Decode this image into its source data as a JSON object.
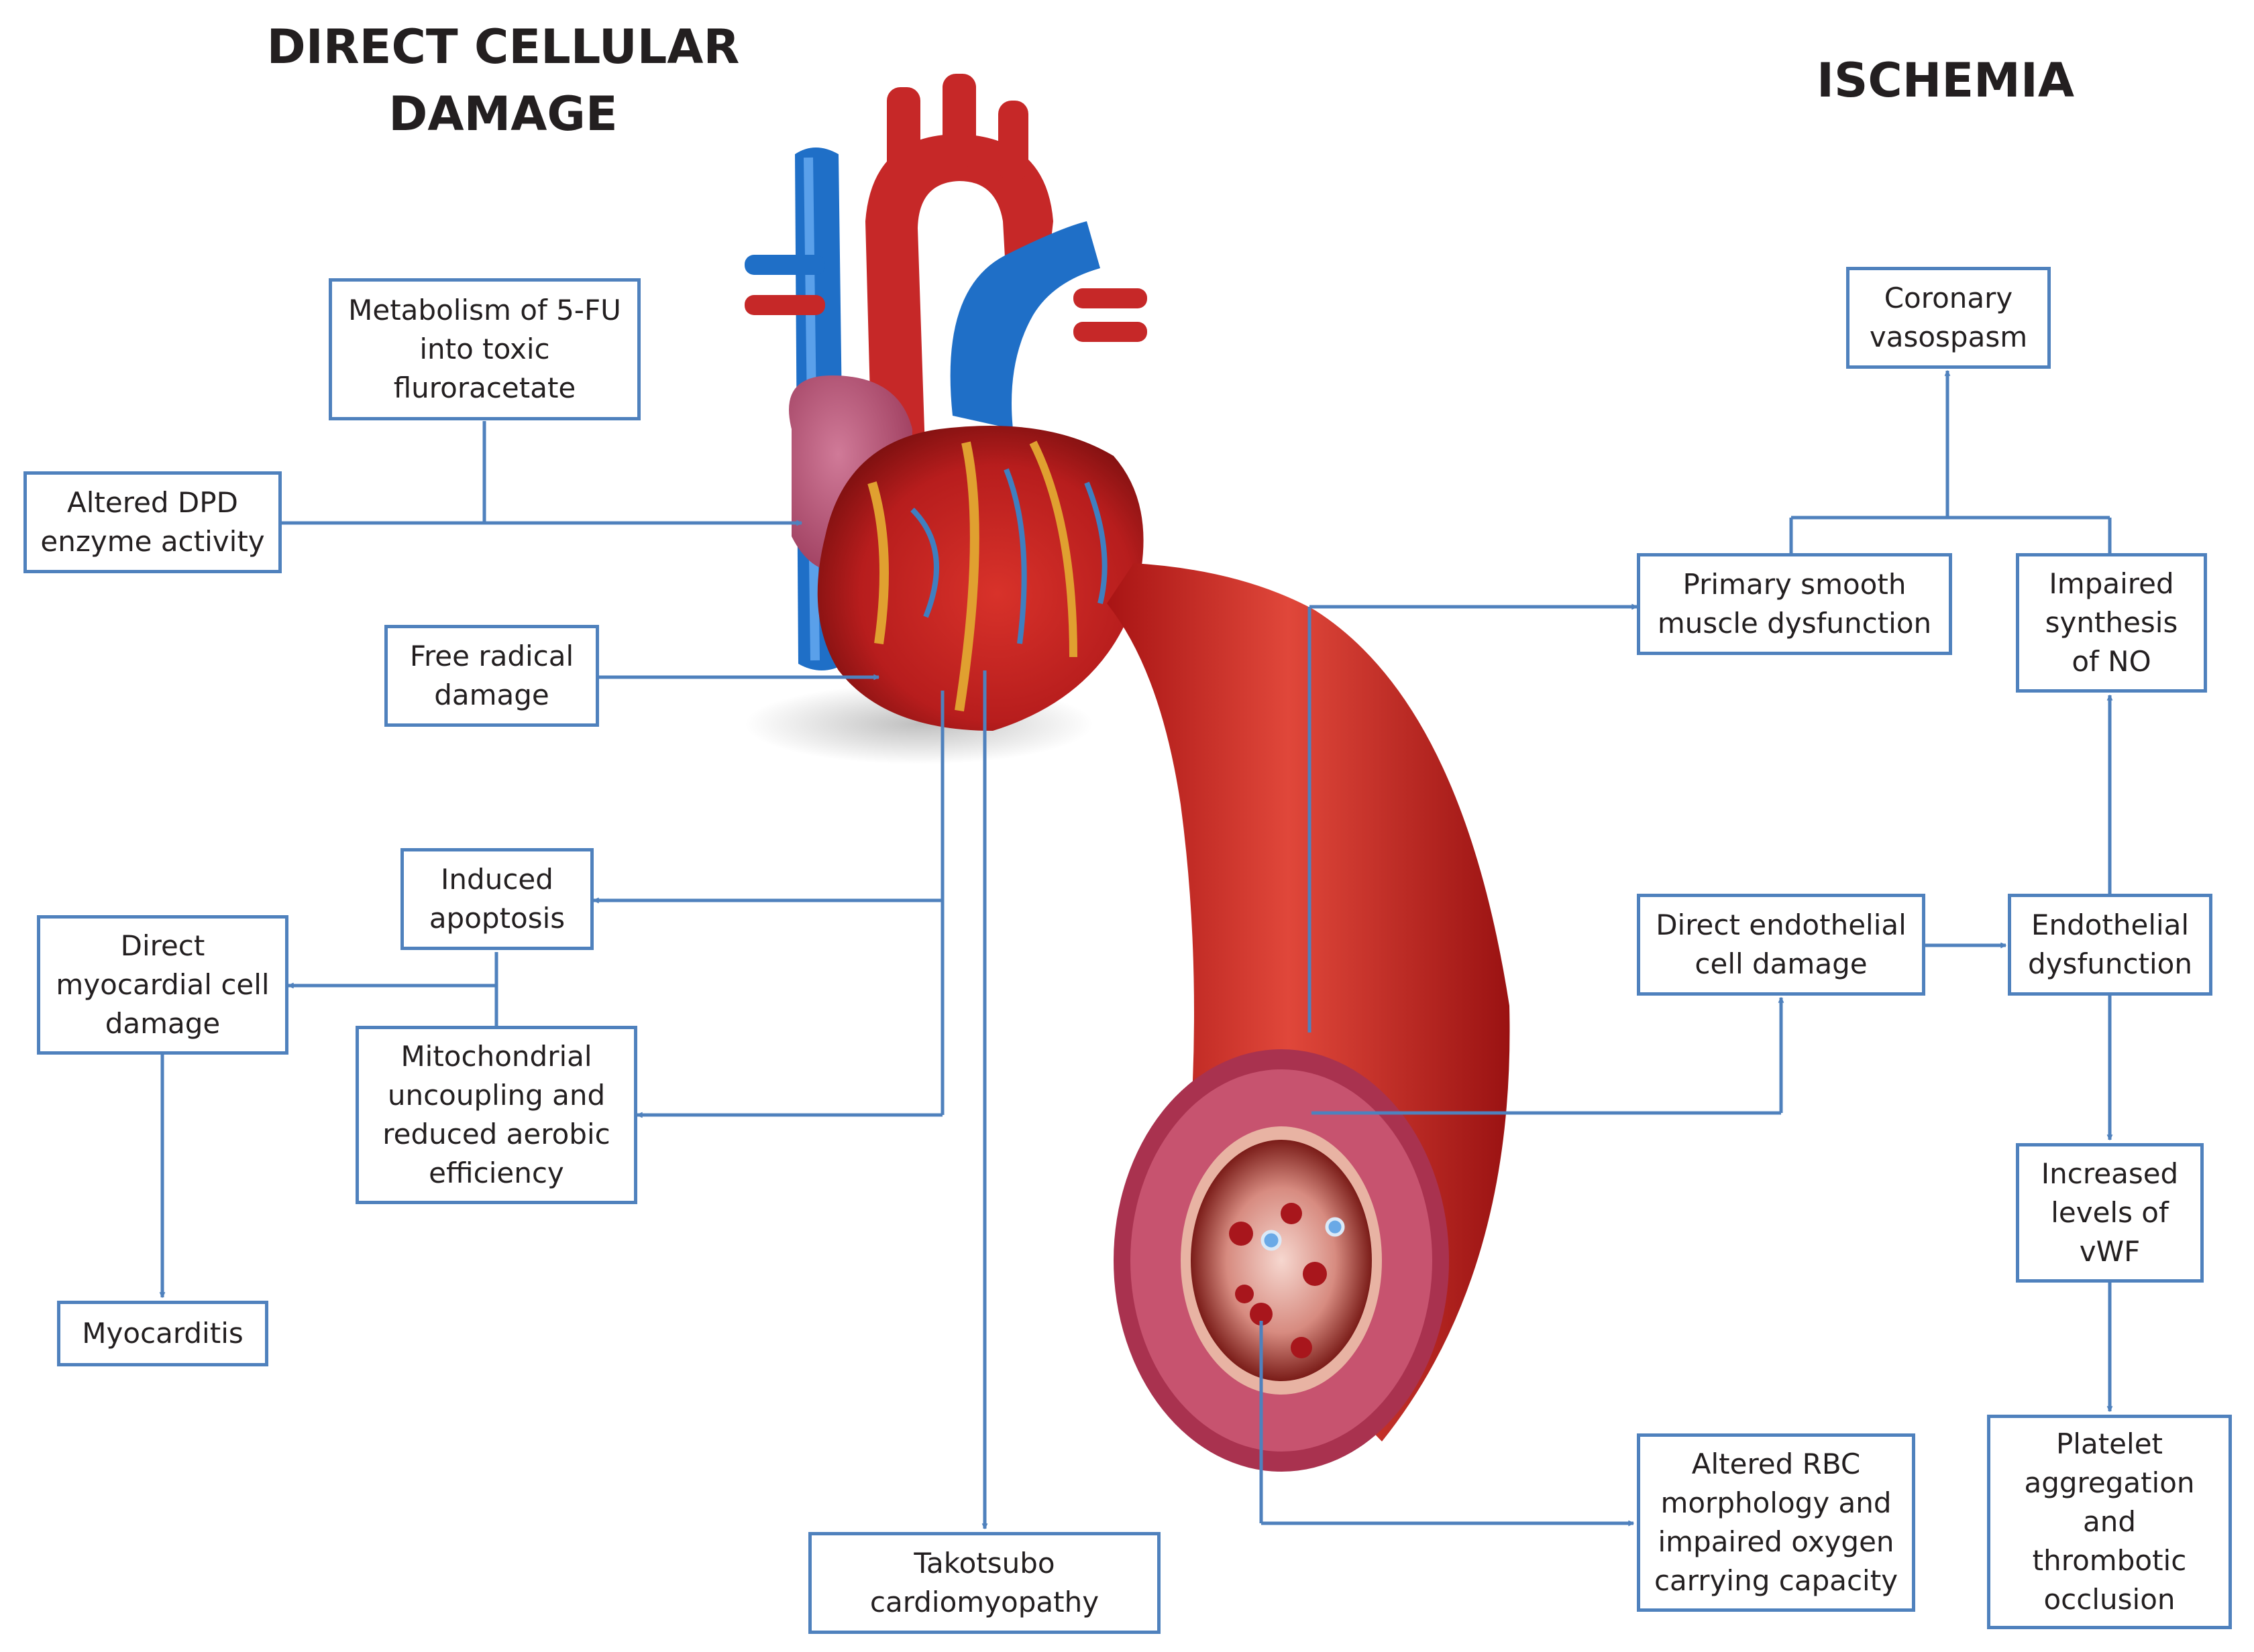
{
  "headings": {
    "left": "DIRECT CELLULAR\nDAMAGE",
    "right": "ISCHEMIA"
  },
  "boxes": {
    "metabolism": "Metabolism of 5-FU\ninto toxic\nfluroracetate",
    "altered_dpd": "Altered DPD\nenzyme activity",
    "free_radical": "Free radical\ndamage",
    "induced_apoptosis": "Induced\napoptosis",
    "direct_myocardial": "Direct\nmyocardial cell\ndamage",
    "mitochondrial": "Mitochondrial\nuncoupling and\nreduced aerobic\nefficiency",
    "myocarditis": "Myocarditis",
    "takotsubo": "Takotsubo\ncardiomyopathy",
    "coronary_vasospasm": "Coronary\nvasospasm",
    "primary_smooth": "Primary smooth\nmuscle dysfunction",
    "impaired_no": "Impaired\nsynthesis\nof NO",
    "direct_endothelial": "Direct endothelial\ncell damage",
    "endothelial_dysfunction": "Endothelial\ndysfunction",
    "increased_vwf": "Increased\nlevels of\nvWF",
    "platelet": "Platelet\naggregation\nand\nthrombotic\nocclusion",
    "altered_rbc": "Altered RBC\nmorphology and\nimpaired oxygen\ncarrying capacity"
  },
  "colors": {
    "arrow": "#4f81bd",
    "artery_red": "#c62828",
    "vein_blue": "#1f6fc7",
    "vessel_wall": "#b22a52"
  }
}
